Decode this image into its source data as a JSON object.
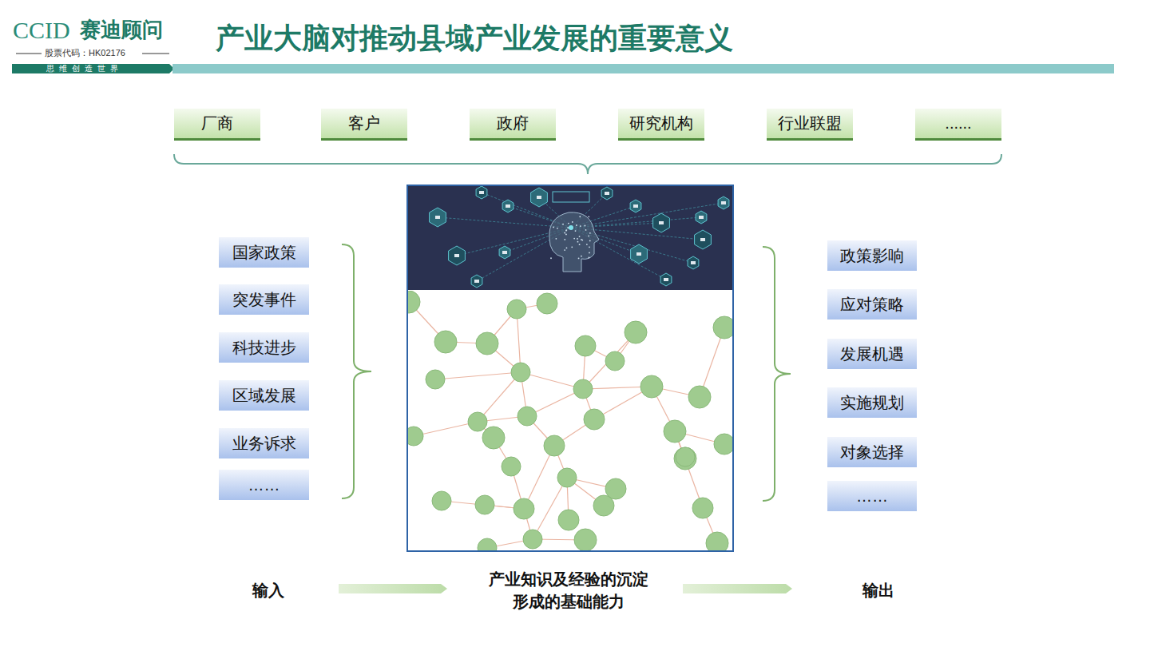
{
  "diagram": {
    "title": "产业大脑对推动县域产业发展的重要意义",
    "nodes": [
      {
        "text": [
          "厂商"
        ]
      },
      {
        "text": [
          "客户"
        ]
      },
      {
        "text": [
          "政府"
        ]
      },
      {
        "text": [
          "研究机构"
        ]
      },
      {
        "text": [
          "行业联盟"
        ]
      },
      {
        "text": [
          "......"
        ]
      },
      {
        "text": [
          "国家政策"
        ]
      },
      {
        "text": [
          "突发事件"
        ]
      },
      {
        "text": [
          "科技进步"
        ]
      },
      {
        "text": [
          "区域发展"
        ]
      },
      {
        "text": [
          "业务诉求"
        ]
      },
      {
        "text": [
          "……"
        ]
      },
      {
        "text": [
          "政策影响"
        ]
      },
      {
        "text": [
          "应对策略"
        ]
      },
      {
        "text": [
          "发展机遇"
        ]
      },
      {
        "text": [
          "实施规划"
        ]
      },
      {
        "text": [
          "对象选择"
        ]
      },
      {
        "text": [
          "……"
        ]
      }
    ],
    "labels": [
      "CCID",
      "赛迪顾问",
      "股票代码：HK02176",
      "思维创造世界",
      "输入",
      "产业知识及经验的沉淀 形成的基础能力",
      "输出"
    ]
  }
}
